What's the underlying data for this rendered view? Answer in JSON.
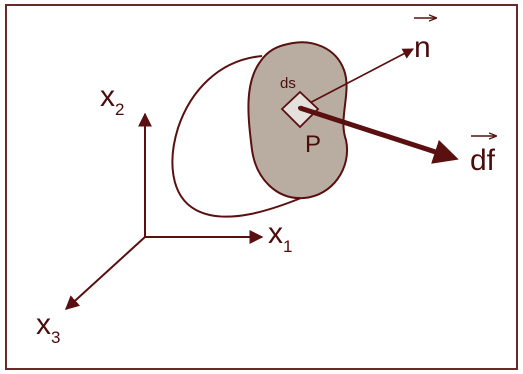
{
  "diagram": {
    "colors": {
      "stroke": "#5a1010",
      "body_fill": "#b8ada0",
      "patch_fill": "#e4e0dc",
      "frame": "#6b2a2a",
      "text": "#4a0d0d"
    },
    "labels": {
      "normal": "n",
      "area_element": "ds",
      "point": "P",
      "force": "df",
      "x1": "x",
      "x1_sub": "1",
      "x2": "x",
      "x2_sub": "2",
      "x3": "x",
      "x3_sub": "3"
    }
  }
}
